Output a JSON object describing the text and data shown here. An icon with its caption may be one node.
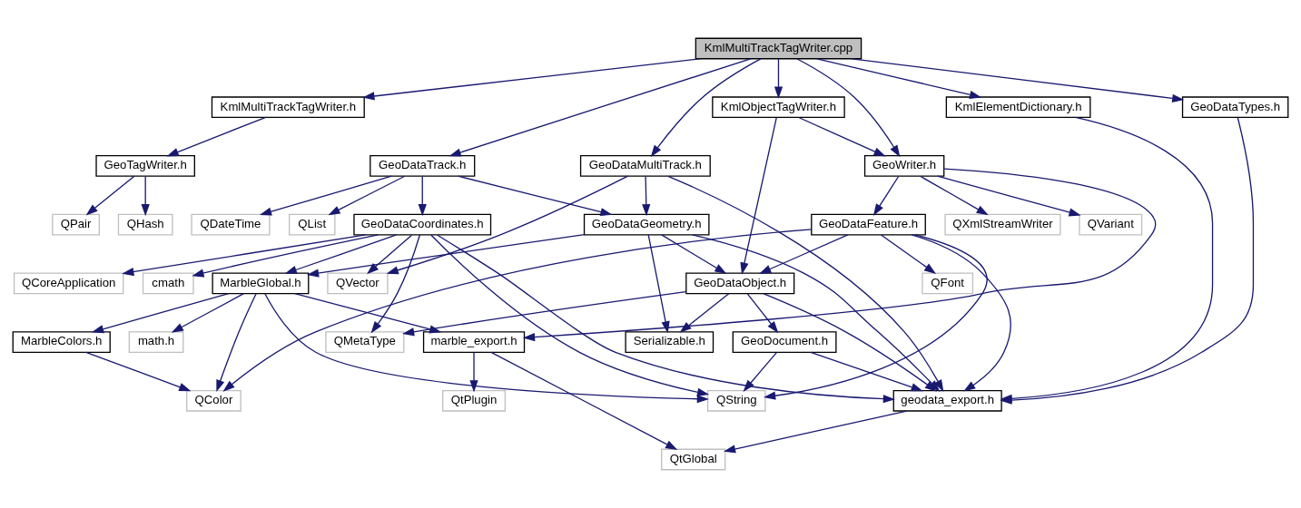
{
  "diagram": {
    "nodes": [
      {
        "text": [
          "KmlMultiTrackTagWriter.cpp"
        ]
      },
      {
        "text": [
          "KmlMultiTrackTagWriter.h"
        ]
      },
      {
        "text": [
          "KmlObjectTagWriter.h"
        ]
      },
      {
        "text": [
          "KmlElementDictionary.h"
        ]
      },
      {
        "text": [
          "GeoDataTypes.h"
        ]
      },
      {
        "text": [
          "GeoTagWriter.h"
        ]
      },
      {
        "text": [
          "GeoDataTrack.h"
        ]
      },
      {
        "text": [
          "GeoDataMultiTrack.h"
        ]
      },
      {
        "text": [
          "GeoWriter.h"
        ]
      },
      {
        "text": [
          "QPair"
        ]
      },
      {
        "text": [
          "QHash"
        ]
      },
      {
        "text": [
          "QDateTime"
        ]
      },
      {
        "text": [
          "QList"
        ]
      },
      {
        "text": [
          "GeoDataCoordinates.h"
        ]
      },
      {
        "text": [
          "GeoDataGeometry.h"
        ]
      },
      {
        "text": [
          "GeoDataFeature.h"
        ]
      },
      {
        "text": [
          "QXmlStreamWriter"
        ]
      },
      {
        "text": [
          "QVariant"
        ]
      },
      {
        "text": [
          "QCoreApplication"
        ]
      },
      {
        "text": [
          "cmath"
        ]
      },
      {
        "text": [
          "MarbleGlobal.h"
        ]
      },
      {
        "text": [
          "QVector"
        ]
      },
      {
        "text": [
          "GeoDataObject.h"
        ]
      },
      {
        "text": [
          "QFont"
        ]
      },
      {
        "text": [
          "MarbleColors.h"
        ]
      },
      {
        "text": [
          "math.h"
        ]
      },
      {
        "text": [
          "QMetaType"
        ]
      },
      {
        "text": [
          "Serializable.h"
        ]
      },
      {
        "text": [
          "GeoDocument.h"
        ]
      },
      {
        "text": [
          "marble_export.h"
        ]
      },
      {
        "text": [
          "QColor"
        ]
      },
      {
        "text": [
          "QString"
        ]
      },
      {
        "text": [
          "geodata_export.h"
        ]
      },
      {
        "text": [
          "QtPlugin"
        ]
      },
      {
        "text": [
          "QtGlobal"
        ]
      }
    ],
    "edges": [
      {
        "from": 0,
        "to": 1,
        "arrow": "to"
      },
      {
        "from": 0,
        "to": 6,
        "arrow": "to"
      },
      {
        "from": 0,
        "to": 7,
        "arrow": "to"
      },
      {
        "from": 0,
        "to": 2,
        "arrow": "to"
      },
      {
        "from": 0,
        "to": 8,
        "arrow": "to"
      },
      {
        "from": 0,
        "to": 3,
        "arrow": "to"
      },
      {
        "from": 0,
        "to": 4,
        "arrow": "to"
      },
      {
        "from": 1,
        "to": 5,
        "arrow": "to"
      },
      {
        "from": 2,
        "to": 22,
        "arrow": "to"
      },
      {
        "from": 2,
        "to": 8,
        "arrow": "to"
      },
      {
        "from": 3,
        "to": 32,
        "arrow": "to"
      },
      {
        "from": 4,
        "to": 32,
        "arrow": "to"
      },
      {
        "from": 5,
        "to": 9,
        "arrow": "to"
      },
      {
        "from": 5,
        "to": 10,
        "arrow": "to"
      },
      {
        "from": 6,
        "to": 11,
        "arrow": "to"
      },
      {
        "from": 6,
        "to": 12,
        "arrow": "to"
      },
      {
        "from": 6,
        "to": 13,
        "arrow": "to"
      },
      {
        "from": 6,
        "to": 14,
        "arrow": "to"
      },
      {
        "from": 7,
        "to": 21,
        "arrow": "to"
      },
      {
        "from": 7,
        "to": 14,
        "arrow": "to"
      },
      {
        "from": 7,
        "to": 32,
        "arrow": "to"
      },
      {
        "from": 8,
        "to": 15,
        "arrow": "to"
      },
      {
        "from": 8,
        "to": 16,
        "arrow": "to"
      },
      {
        "from": 8,
        "to": 17,
        "arrow": "to"
      },
      {
        "from": 8,
        "to": 29,
        "arrow": "to"
      },
      {
        "from": 13,
        "to": 18,
        "arrow": "to"
      },
      {
        "from": 13,
        "to": 19,
        "arrow": "to"
      },
      {
        "from": 13,
        "to": 20,
        "arrow": "to"
      },
      {
        "from": 13,
        "to": 21,
        "arrow": "to"
      },
      {
        "from": 13,
        "to": 26,
        "arrow": "to"
      },
      {
        "from": 13,
        "to": 31,
        "arrow": "to"
      },
      {
        "from": 13,
        "to": 32,
        "arrow": "to"
      },
      {
        "from": 14,
        "to": 20,
        "arrow": "to"
      },
      {
        "from": 14,
        "to": 27,
        "arrow": "to"
      },
      {
        "from": 14,
        "to": 22,
        "arrow": "to"
      },
      {
        "from": 14,
        "to": 32,
        "arrow": "to"
      },
      {
        "from": 15,
        "to": 30,
        "arrow": "to"
      },
      {
        "from": 15,
        "to": 22,
        "arrow": "to"
      },
      {
        "from": 15,
        "to": 23,
        "arrow": "to"
      },
      {
        "from": 15,
        "to": 32,
        "arrow": "to"
      },
      {
        "from": 15,
        "to": 31,
        "arrow": "to"
      },
      {
        "from": 20,
        "to": 24,
        "arrow": "to"
      },
      {
        "from": 20,
        "to": 25,
        "arrow": "to"
      },
      {
        "from": 20,
        "to": 30,
        "arrow": "to"
      },
      {
        "from": 20,
        "to": 31,
        "arrow": "to"
      },
      {
        "from": 20,
        "to": 29,
        "arrow": "to"
      },
      {
        "from": 22,
        "to": 26,
        "arrow": "to"
      },
      {
        "from": 22,
        "to": 27,
        "arrow": "to"
      },
      {
        "from": 22,
        "to": 28,
        "arrow": "to"
      },
      {
        "from": 22,
        "to": 32,
        "arrow": "to"
      },
      {
        "from": 24,
        "to": 30,
        "arrow": "to"
      },
      {
        "from": 28,
        "to": 31,
        "arrow": "to"
      },
      {
        "from": 28,
        "to": 32,
        "arrow": "to"
      },
      {
        "from": 29,
        "to": 33,
        "arrow": "to"
      },
      {
        "from": 29,
        "to": 34,
        "arrow": "to"
      },
      {
        "from": 32,
        "to": 34,
        "arrow": "to"
      }
    ]
  }
}
